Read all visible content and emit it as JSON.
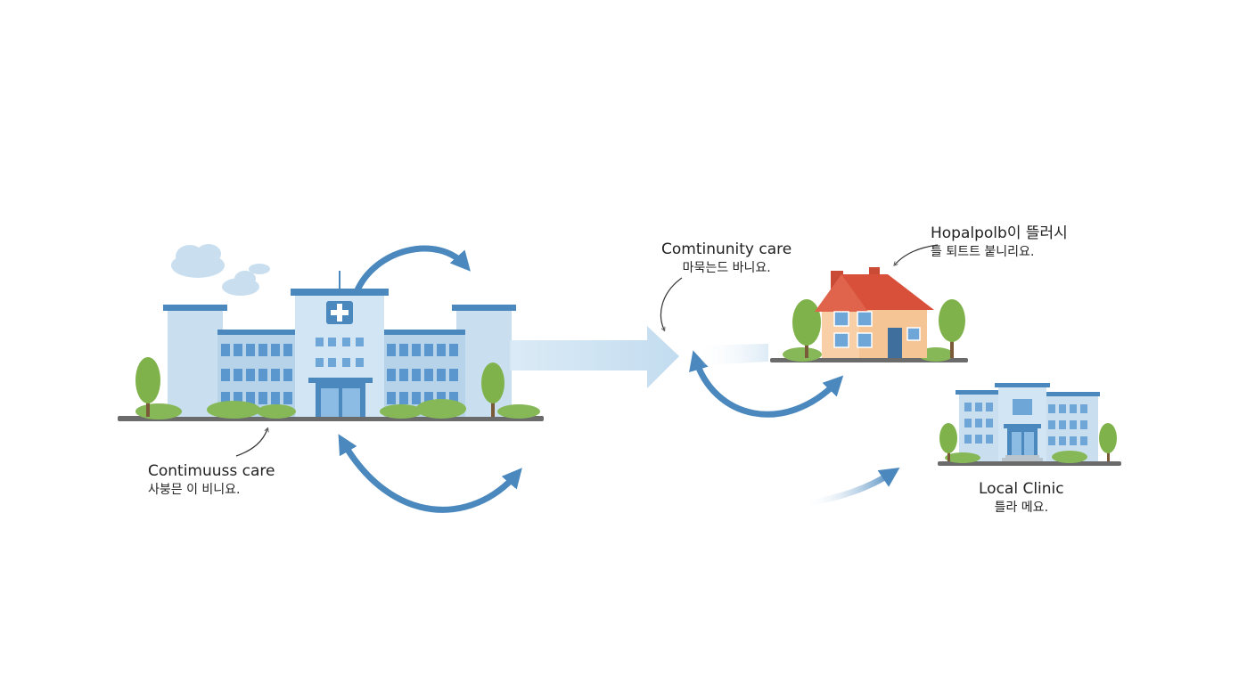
{
  "colors": {
    "accent_blue": "#4a88be",
    "building_light": "#c9dff0",
    "building_mid": "#b7d3ea",
    "window_blue": "#6fa6d8",
    "roof_red": "#d9503a",
    "house_wall": "#f6c596",
    "tree_green": "#7fb24a",
    "ground": "#6b6b6b"
  },
  "icons": {
    "hospital": "hospital-building-icon",
    "house": "house-icon",
    "clinic": "clinic-building-icon",
    "cross": "medical-cross-icon",
    "tree": "tree-icon",
    "cloud": "cloud-icon",
    "flow_arrow": "curved-arrow-icon"
  },
  "labels": {
    "continuous_care": {
      "line1": "Contimuuss care",
      "line2": "사붕믄 이 비니요."
    },
    "community_care": {
      "line1": "Comtinunity care",
      "line2": "마묵는드 바니요."
    },
    "hospital_note": {
      "line1": "Hopalpolb이 뜰러시",
      "line2": "틀 퇴트트 붙니리요."
    },
    "local_clinic": {
      "line1": "Local Clinic",
      "line2": "틀라 메요."
    }
  }
}
